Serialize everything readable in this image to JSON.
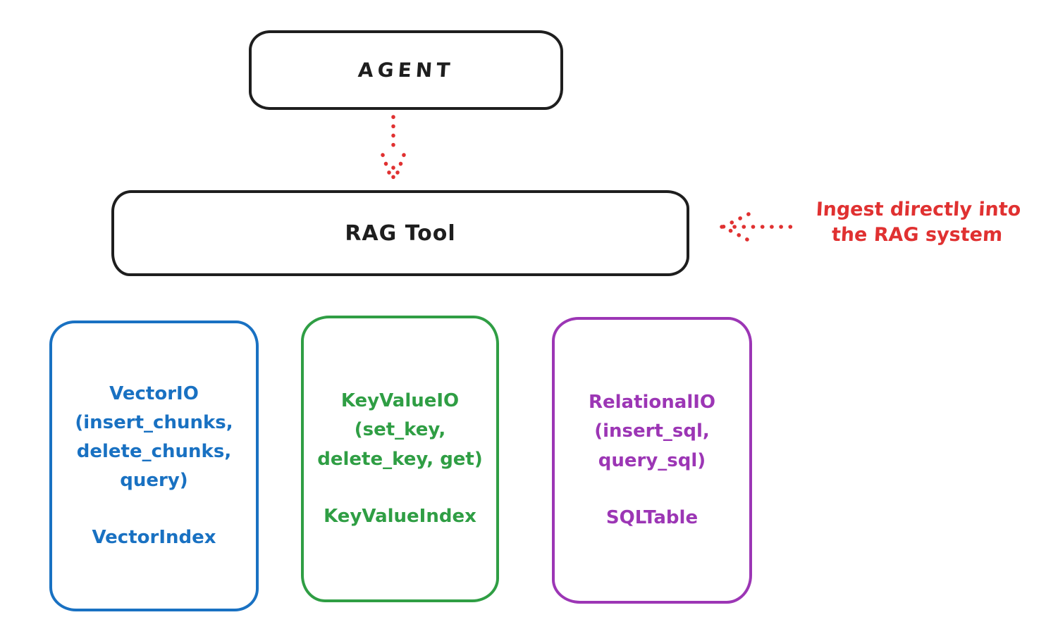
{
  "agent": {
    "label": "AGENT"
  },
  "rag_tool": {
    "label": "RAG Tool"
  },
  "annotation": {
    "line1": "Ingest directly into",
    "line2": "the RAG system",
    "color": "#e03131"
  },
  "boxes": {
    "vector": {
      "title": "VectorIO",
      "args1": "(insert_chunks,",
      "args2": "delete_chunks,",
      "args3": "query)",
      "index": "VectorIndex",
      "color": "#1971c2"
    },
    "keyvalue": {
      "title": "KeyValueIO",
      "args1": "(set_key,",
      "args2": "delete_key, get)",
      "index": "KeyValueIndex",
      "color": "#2f9e44"
    },
    "relational": {
      "title": "RelationalIO",
      "args1": "(insert_sql,",
      "args2": "query_sql)",
      "index": "SQLTable",
      "color": "#9c36b5"
    }
  },
  "colors": {
    "outline": "#1e1e1e",
    "arrow_red": "#e03131",
    "background": "#ffffff"
  }
}
